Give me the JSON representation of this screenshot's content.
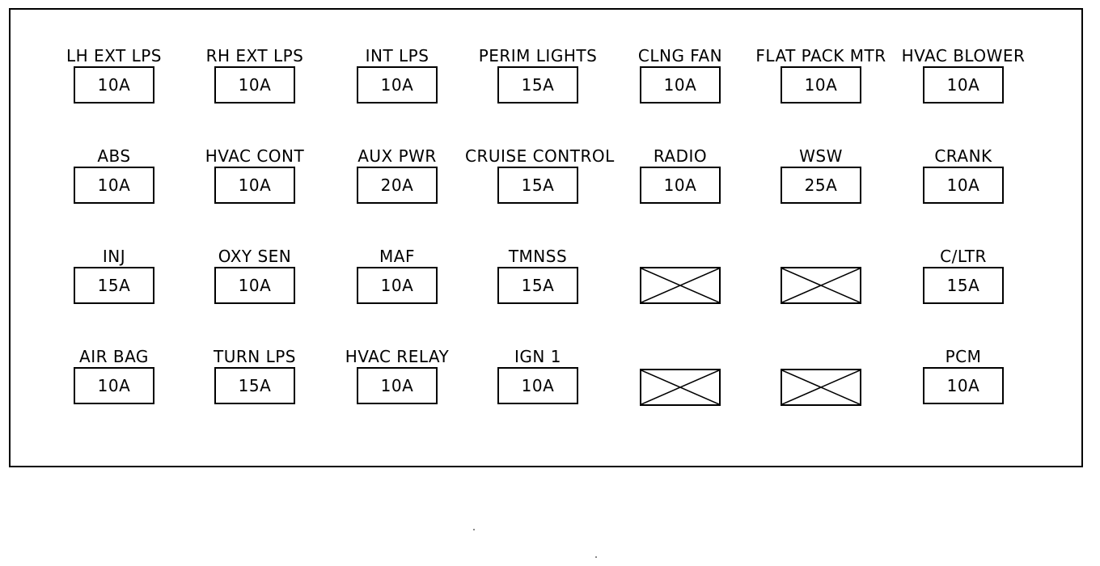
{
  "fuses": [
    {
      "id": "lh-ext-lps",
      "label": "LH EXT LPS",
      "rating": "10A"
    },
    {
      "id": "rh-ext-lps",
      "label": "RH EXT LPS",
      "rating": "10A"
    },
    {
      "id": "int-lps",
      "label": "INT LPS",
      "rating": "10A"
    },
    {
      "id": "perim-lights",
      "label": "PERIM LIGHTS",
      "rating": "15A"
    },
    {
      "id": "clng-fan",
      "label": "CLNG FAN",
      "rating": "10A"
    },
    {
      "id": "flat-pack-mtr",
      "label": "FLAT PACK MTR",
      "rating": "10A"
    },
    {
      "id": "hvac-blower",
      "label": "HVAC BLOWER",
      "rating": "10A"
    },
    {
      "id": "abs",
      "label": "ABS",
      "rating": "10A"
    },
    {
      "id": "hvac-cont",
      "label": "HVAC CONT",
      "rating": "10A"
    },
    {
      "id": "aux-pwr",
      "label": "AUX PWR",
      "rating": "20A"
    },
    {
      "id": "cruise-control",
      "label": "CRUISE CONTROL",
      "rating": "15A"
    },
    {
      "id": "radio",
      "label": "RADIO",
      "rating": "10A"
    },
    {
      "id": "wsw",
      "label": "WSW",
      "rating": "25A"
    },
    {
      "id": "crank",
      "label": "CRANK",
      "rating": "10A"
    },
    {
      "id": "inj",
      "label": "INJ",
      "rating": "15A"
    },
    {
      "id": "oxy-sen",
      "label": "OXY SEN",
      "rating": "10A"
    },
    {
      "id": "maf",
      "label": "MAF",
      "rating": "10A"
    },
    {
      "id": "tmnss",
      "label": "TMNSS",
      "rating": "15A"
    },
    {
      "id": "c-ltr",
      "label": "C/LTR",
      "rating": "15A"
    },
    {
      "id": "air-bag",
      "label": "AIR BAG",
      "rating": "10A"
    },
    {
      "id": "turn-lps",
      "label": "TURN LPS",
      "rating": "15A"
    },
    {
      "id": "hvac-relay",
      "label": "HVAC RELAY",
      "rating": "10A"
    },
    {
      "id": "ign-1",
      "label": "IGN 1",
      "rating": "10A"
    },
    {
      "id": "pcm",
      "label": "PCM",
      "rating": "10A"
    }
  ],
  "empty_slots": [
    {
      "id": "empty-r3-c5"
    },
    {
      "id": "empty-r3-c6"
    },
    {
      "id": "empty-r4-c5"
    },
    {
      "id": "empty-r4-c6"
    }
  ]
}
